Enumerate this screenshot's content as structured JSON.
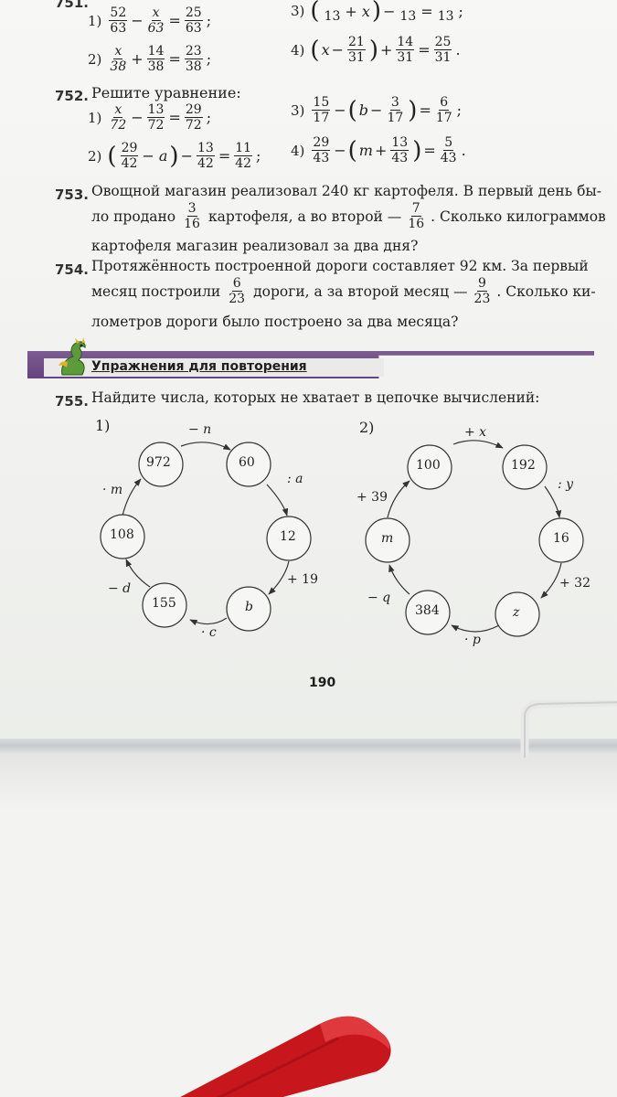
{
  "ex751": {
    "number": "751.",
    "row1": {
      "left": {
        "label": "1)",
        "a_num": "52",
        "a_den": "63",
        "op": "−",
        "b_num": "x",
        "b_den": "63",
        "eq": "=",
        "r_num": "25",
        "r_den": "63",
        "end": ";"
      },
      "right": {
        "label": "3)",
        "open": "(",
        "a_den": "13",
        "plus": "+ x",
        "close": ")",
        "op": "−",
        "b_den": "13",
        "eq": "=",
        "r_den": "13",
        "end": ";"
      }
    },
    "row2": {
      "left": {
        "label": "2)",
        "a_num": "x",
        "a_den": "38",
        "op": "+",
        "b_num": "14",
        "b_den": "38",
        "eq": "=",
        "r_num": "23",
        "r_den": "38",
        "end": ";"
      },
      "right": {
        "label": "4)",
        "open": "(",
        "var": "x",
        "op1": "−",
        "a_num": "21",
        "a_den": "31",
        "close": ")",
        "op2": "+",
        "b_num": "14",
        "b_den": "31",
        "eq": "=",
        "r_num": "25",
        "r_den": "31",
        "end": "."
      }
    }
  },
  "ex752": {
    "number": "752.",
    "title": "Решите уравнение:",
    "row1": {
      "left": {
        "label": "1)",
        "a_num": "x",
        "a_den": "72",
        "op": "−",
        "b_num": "13",
        "b_den": "72",
        "eq": "=",
        "r_num": "29",
        "r_den": "72",
        "end": ";"
      },
      "right": {
        "label": "3)",
        "a_num": "15",
        "a_den": "17",
        "op1": "−",
        "open": "(",
        "var": "b",
        "op2": "−",
        "b_num": "3",
        "b_den": "17",
        "close": ")",
        "eq": "=",
        "r_num": "6",
        "r_den": "17",
        "end": ";"
      }
    },
    "row2": {
      "left": {
        "label": "2)",
        "open": "(",
        "a_num": "29",
        "a_den": "42",
        "op1": "− a",
        "close": ")",
        "op2": "−",
        "b_num": "13",
        "b_den": "42",
        "eq": "=",
        "r_num": "11",
        "r_den": "42",
        "end": ";"
      },
      "right": {
        "label": "4)",
        "a_num": "29",
        "a_den": "43",
        "op1": "−",
        "open": "(",
        "var": "m",
        "op2": "+",
        "b_num": "13",
        "b_den": "43",
        "close": ")",
        "eq": "=",
        "r_num": "5",
        "r_den": "43",
        "end": "."
      }
    }
  },
  "ex753": {
    "number": "753.",
    "line1": "Овощной магазин реализовал 240 кг картофеля. В первый день бы-",
    "line2_a": "ло продано",
    "f1_num": "3",
    "f1_den": "16",
    "line2_b": "картофеля, а во второй —",
    "f2_num": "7",
    "f2_den": "16",
    "line2_c": ". Сколько килограммов",
    "line3": "картофеля магазин реализовал за два дня?"
  },
  "ex754": {
    "number": "754.",
    "line1": "Протяжённость построенной дороги составляет 92 км. За первый",
    "line2_a": "месяц построили",
    "f1_num": "6",
    "f1_den": "23",
    "line2_b": "дороги, а за второй месяц —",
    "f2_num": "9",
    "f2_den": "23",
    "line2_c": ". Сколько ки-",
    "line3": "лометров дороги было построено за два месяца?"
  },
  "section": {
    "title": "Упражнения для повторения"
  },
  "ex755": {
    "number": "755.",
    "text": "Найдите числа, которых не хватает в цепочке вычислений:",
    "chain1": {
      "label": "1)",
      "nodes": [
        "972",
        "60",
        "12",
        "b",
        "155",
        "108"
      ],
      "ops": [
        "− n",
        ": a",
        "+ 19",
        "· c",
        "− d",
        "· m"
      ]
    },
    "chain2": {
      "label": "2)",
      "nodes": [
        "100",
        "192",
        "16",
        "z",
        "384",
        "m"
      ],
      "ops": [
        "+ x",
        ": y",
        "+ 32",
        "· p",
        "− q",
        "+ 39"
      ]
    }
  },
  "page_number": "190",
  "colors": {
    "banner": "#6a4a84",
    "paper": "#f4f4f2",
    "marker": "#c4161c"
  }
}
